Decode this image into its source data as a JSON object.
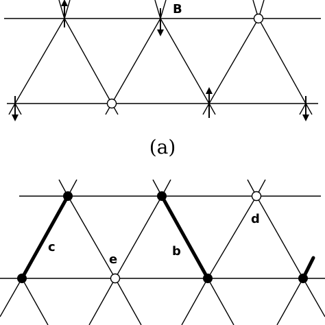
{
  "panel_a": {
    "caption": "(a)",
    "site_label": "B"
  },
  "panel_b": {
    "labels": {
      "b": "b",
      "c": "c",
      "d": "d",
      "e": "e"
    }
  },
  "colors": {
    "line": "#000000",
    "background": "#ffffff"
  }
}
